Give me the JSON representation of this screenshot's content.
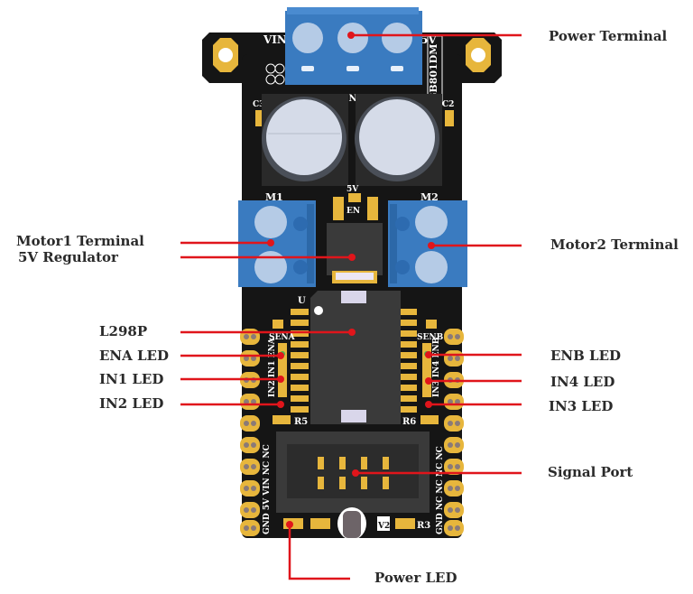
{
  "diagram": {
    "board_name": "GB801DM",
    "colors": {
      "pcb": "#1a1a1a",
      "terminal_blue": "#3a7bc0",
      "terminal_screw": "#b5cbe6",
      "gold": "#e7b63c",
      "pointer_red": "#e0151b",
      "capacitor": "#d5dbe8",
      "chip": "#3a3a3a"
    },
    "silkscreen": {
      "vin": "VIN",
      "v5": "5V",
      "gnd": "GND",
      "c3": "C3",
      "c2": "C2",
      "m1": "M1",
      "m2": "M2",
      "en_5v": "5V",
      "en": "EN",
      "u": "U",
      "sena": "SENA",
      "senb": "SENB",
      "ena": "ENA",
      "in1": "IN1",
      "in2": "IN2",
      "enb": "ENB",
      "in4": "IN4",
      "in3": "IN3",
      "r5": "R5",
      "r6": "R6",
      "r3": "R3",
      "v2": "V2",
      "left_pins": [
        "NC",
        "NC",
        "VIN",
        "5V",
        "GND"
      ],
      "right_pins": [
        "NC",
        "NC",
        "NC",
        "NC",
        "GND"
      ]
    },
    "callouts": [
      {
        "id": "power-terminal",
        "label": "Power Terminal"
      },
      {
        "id": "motor1-terminal",
        "label": "Motor1 Terminal"
      },
      {
        "id": "5v-regulator",
        "label": "5V Regulator"
      },
      {
        "id": "motor2-terminal",
        "label": "Motor2 Terminal"
      },
      {
        "id": "l298p",
        "label": "L298P"
      },
      {
        "id": "ena-led",
        "label": "ENA LED"
      },
      {
        "id": "in1-led",
        "label": "IN1 LED"
      },
      {
        "id": "in2-led",
        "label": "IN2 LED"
      },
      {
        "id": "enb-led",
        "label": "ENB LED"
      },
      {
        "id": "in4-led",
        "label": "IN4 LED"
      },
      {
        "id": "in3-led",
        "label": "IN3 LED"
      },
      {
        "id": "signal-port",
        "label": "Signal Port"
      },
      {
        "id": "power-led",
        "label": "Power LED"
      }
    ]
  }
}
